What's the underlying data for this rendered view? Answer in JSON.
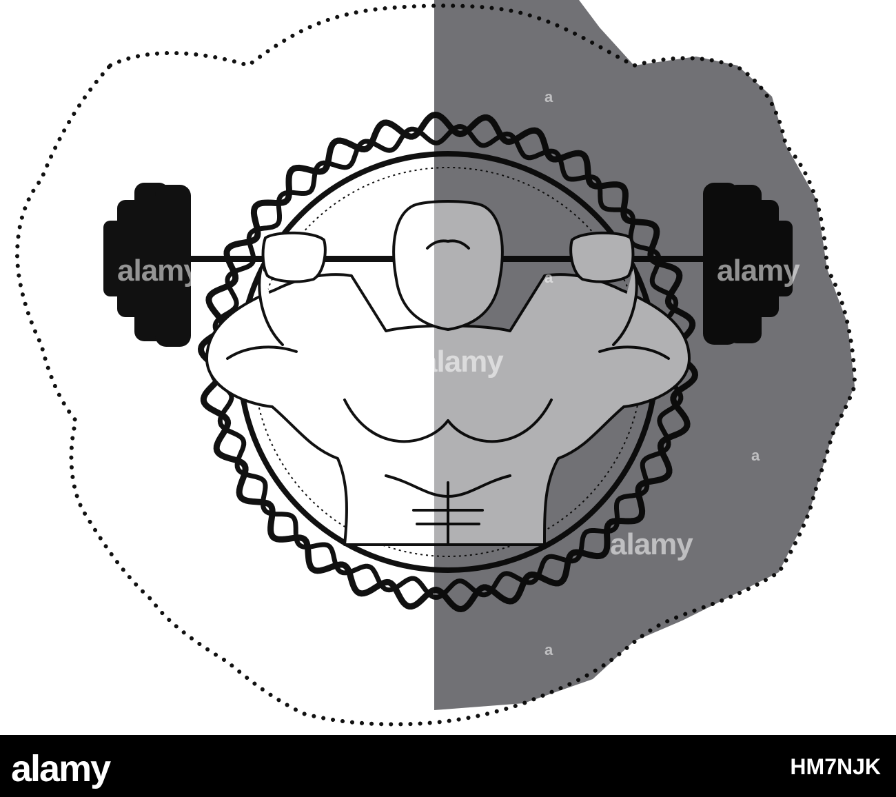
{
  "watermark": {
    "text": "alamy",
    "letter": "a"
  },
  "footer": {
    "logo": "alamy",
    "image_id": "HM7NJK"
  },
  "colors": {
    "shadow": "#a3a3a6",
    "ink": "#111111",
    "background": "#ffffff",
    "footer": "#000000"
  },
  "icons": [
    "bodybuilder-emblem-icon",
    "barbell-icon",
    "dotted-sticker-outline-icon"
  ]
}
